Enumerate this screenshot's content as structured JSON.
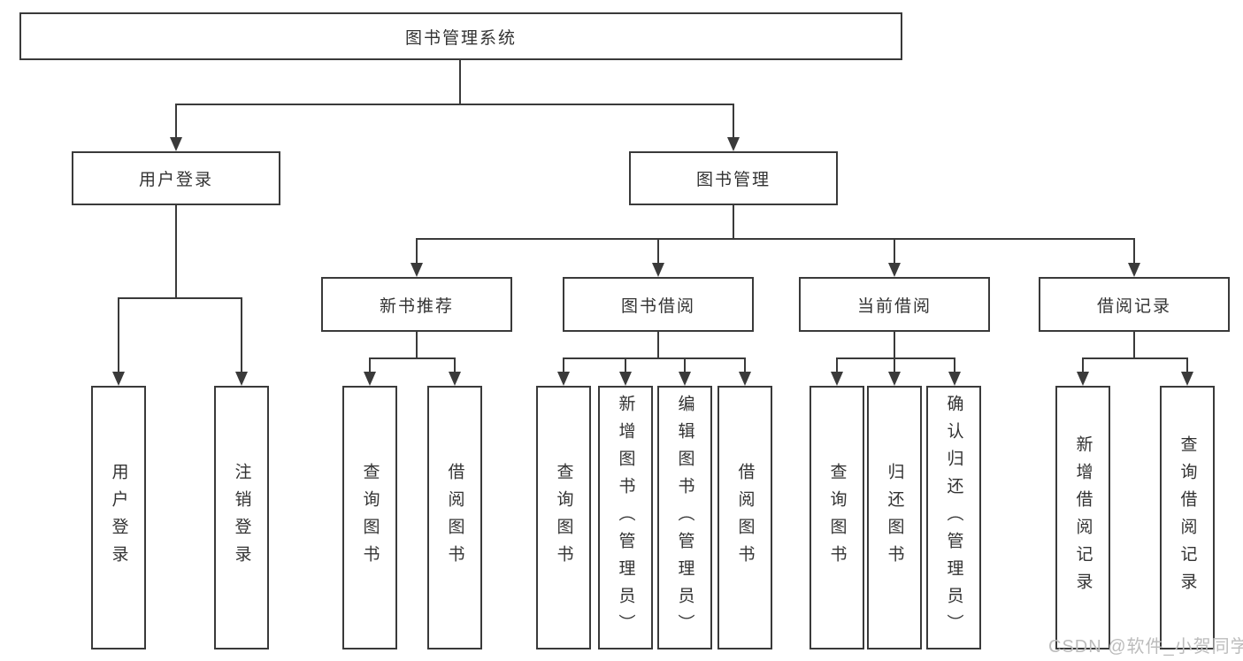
{
  "diagram": {
    "root": "图书管理系统",
    "user_login": {
      "label": "用户登录",
      "children": [
        "用户登录",
        "注销登录"
      ]
    },
    "book_mgmt": {
      "label": "图书管理",
      "groups": [
        {
          "label": "新书推荐",
          "children": [
            "查询图书",
            "借阅图书"
          ]
        },
        {
          "label": "图书借阅",
          "children": [
            "查询图书",
            "新增图书（管理员）",
            "编辑图书（管理员）",
            "借阅图书"
          ]
        },
        {
          "label": "当前借阅",
          "children": [
            "查询图书",
            "归还图书",
            "确认归还（管理员）"
          ]
        },
        {
          "label": "借阅记录",
          "children": [
            "新增借阅记录",
            "查询借阅记录"
          ]
        }
      ]
    }
  },
  "watermark": "CSDN @软件_小贺同学",
  "colors": {
    "line": "#3a3a3a",
    "text": "#333333",
    "watermark": "#bcbcbc",
    "background": "#ffffff"
  }
}
